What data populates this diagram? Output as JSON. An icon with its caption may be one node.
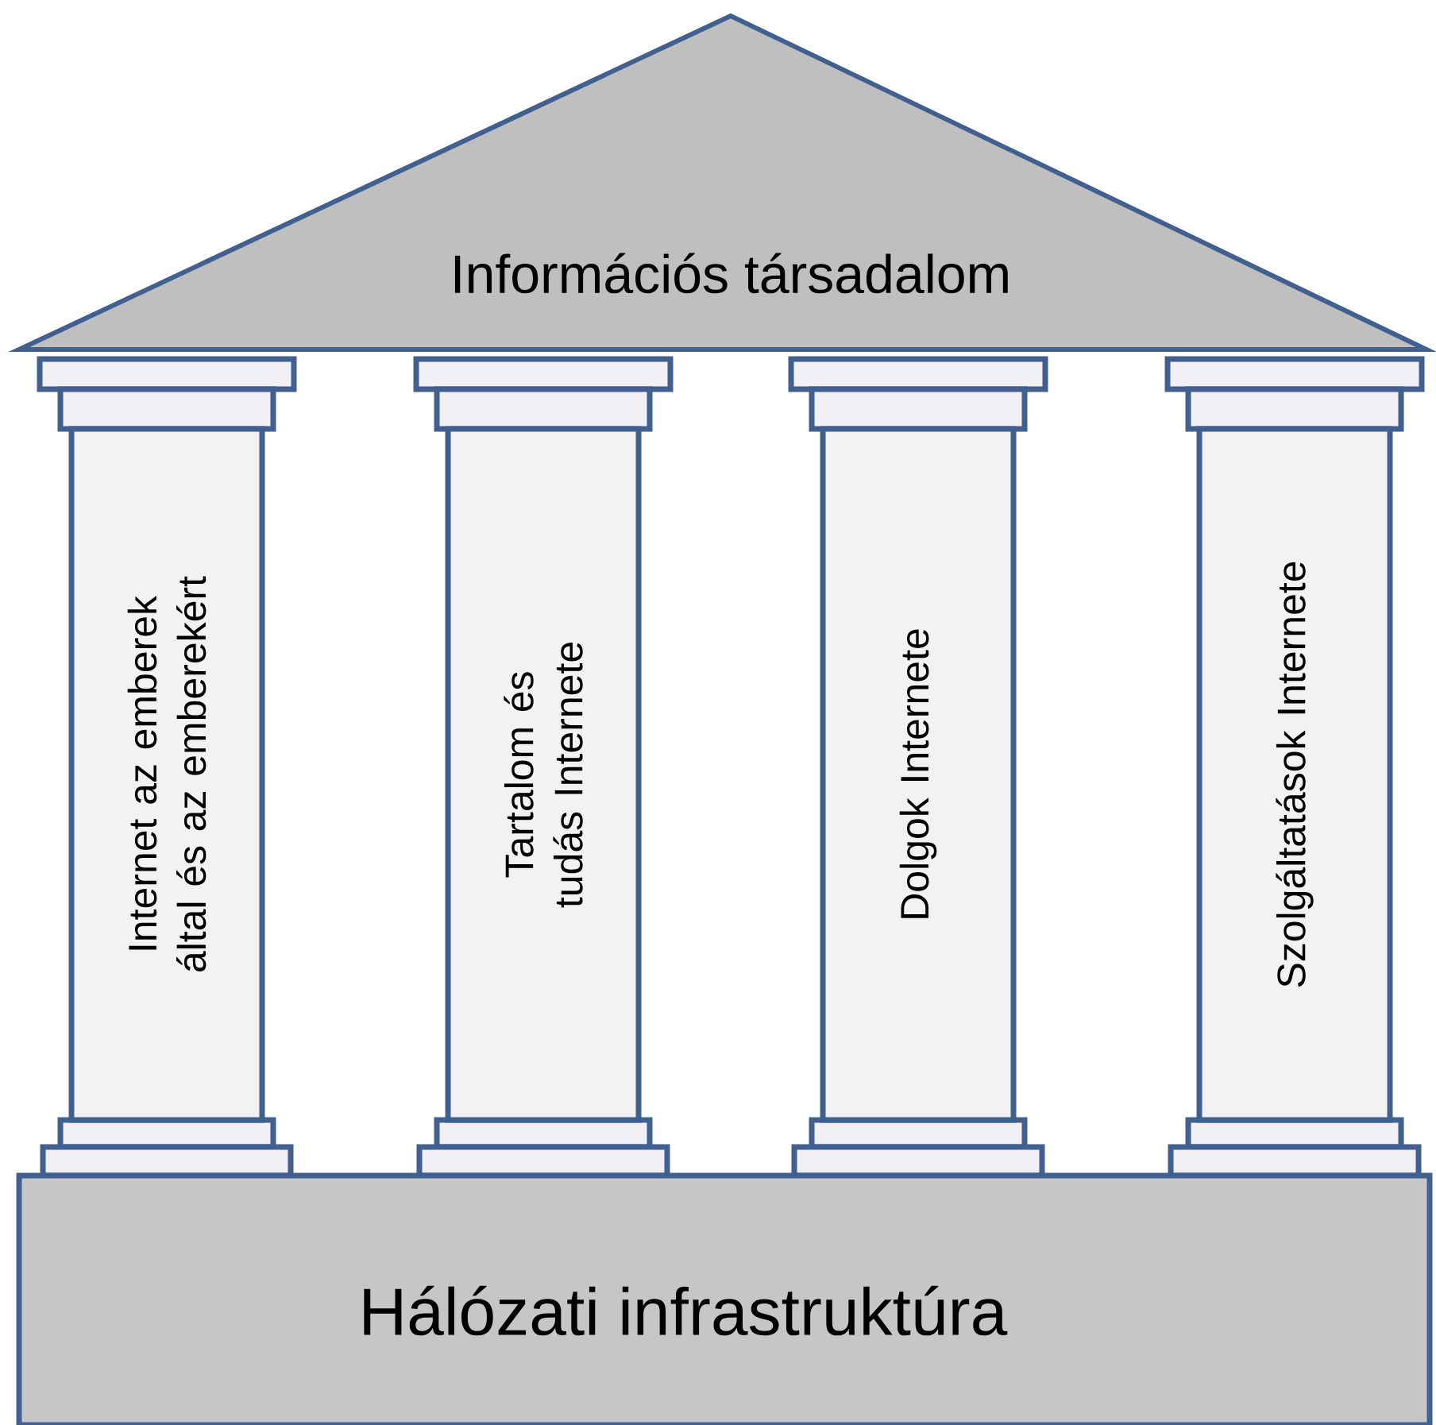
{
  "diagram": {
    "nodes": [
      {
        "text": [
          "Információs társadalom"
        ]
      },
      {
        "text": [
          "Internet az emberek által és az emberekért"
        ]
      },
      {
        "text": [
          "Tartalom és tudás Internete"
        ]
      },
      {
        "text": [
          "Dolgok Internete"
        ]
      },
      {
        "text": [
          "Szolgáltatások Internete"
        ]
      },
      {
        "text": [
          "Hálózati infrastruktúra"
        ]
      }
    ]
  }
}
